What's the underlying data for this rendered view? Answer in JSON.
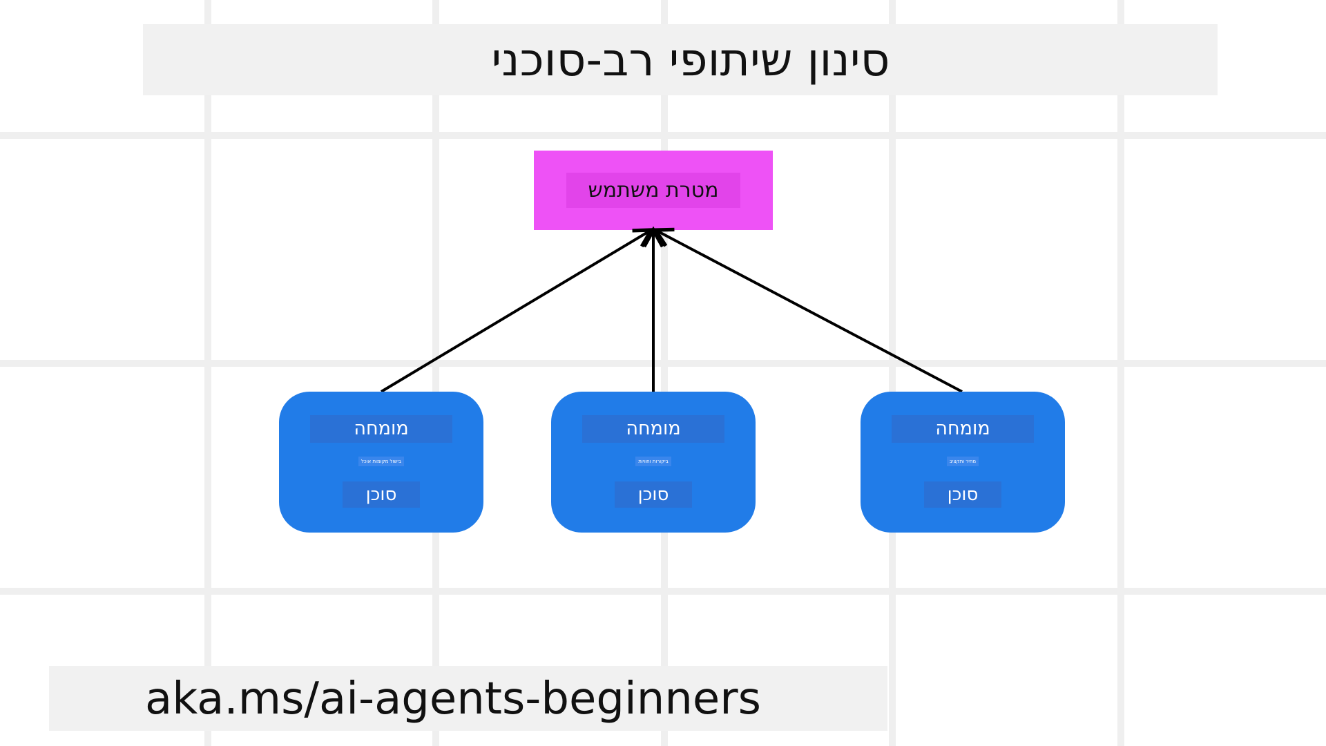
{
  "title": "סינון שיתופי רב-סוכני",
  "goal": {
    "label": "מטרת משתמש"
  },
  "agents": [
    {
      "expert": "מומחה",
      "specialty": "בישול מקומות אוכל",
      "agent": "סוכן"
    },
    {
      "expert": "מומחה",
      "specialty": "ביקורות וחוויות",
      "agent": "סוכן"
    },
    {
      "expert": "מומחה",
      "specialty": "מחיר ותקציב",
      "agent": "סוכן"
    }
  ],
  "footer": {
    "url": "aka.ms/ai-agents-beginners"
  },
  "colors": {
    "goal_box": "#ee52f6",
    "agent_card": "#217ce8",
    "arrow": "#000000",
    "band": "#f1f1f1",
    "grid_line": "#efefef"
  }
}
